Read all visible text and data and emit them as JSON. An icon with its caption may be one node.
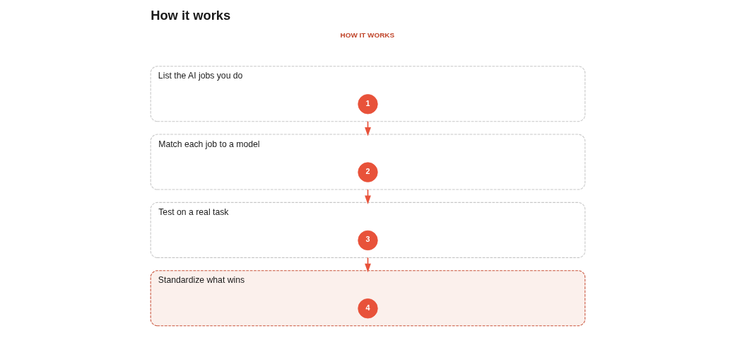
{
  "diagram": {
    "title": "How it works",
    "nodes": [
      {
        "text": [
          "List the AI jobs you do"
        ]
      },
      {
        "text": [
          "1"
        ],
        "in": 0
      },
      {
        "text": [
          "Match each job to a model"
        ]
      },
      {
        "text": [
          "2"
        ],
        "in": 2
      },
      {
        "text": [
          "Test on a real task"
        ]
      },
      {
        "text": [
          "3"
        ],
        "in": 4
      },
      {
        "text": [
          "Standardize what wins"
        ]
      },
      {
        "text": [
          "4"
        ],
        "in": 6
      }
    ],
    "edges": [
      {
        "from": 0,
        "to": 2,
        "arrow": "to"
      },
      {
        "from": 2,
        "to": 4,
        "arrow": "to"
      },
      {
        "from": 4,
        "to": 6,
        "arrow": "to"
      }
    ],
    "labels": [
      "HOW IT WORKS"
    ]
  }
}
